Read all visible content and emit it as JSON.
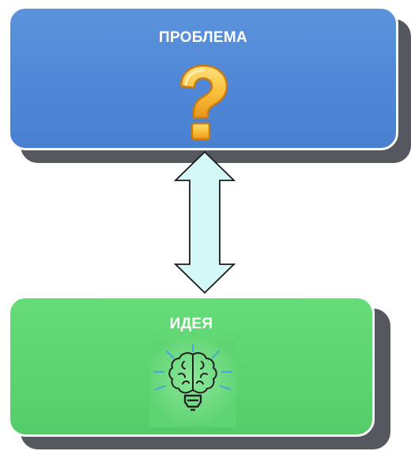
{
  "problem_box": {
    "title": "ПРОБЛЕМА",
    "icon": "question-mark-icon",
    "color": "#4f86d6"
  },
  "idea_box": {
    "title": "ИДЕЯ",
    "icon": "brain-lightbulb-icon",
    "color": "#5bd46f"
  },
  "connector": {
    "type": "double-headed-arrow",
    "color": "#d4f8f8"
  }
}
